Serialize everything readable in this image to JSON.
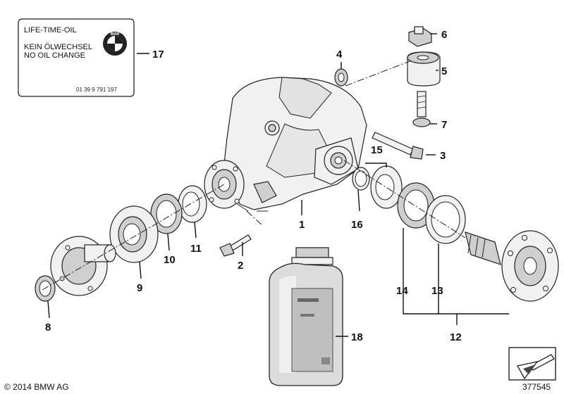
{
  "oil_label": {
    "title": "LIFE-TIME-OIL",
    "line1": "KEIN ÖLWECHSEL",
    "line2": "NO OIL CHANGE",
    "part_no": "01 39 9 791 197",
    "logo_text": "BMW"
  },
  "callouts": {
    "c1": "1",
    "c2": "2",
    "c3": "3",
    "c4": "4",
    "c5": "5",
    "c6": "6",
    "c7": "7",
    "c8": "8",
    "c9": "9",
    "c10": "10",
    "c11": "11",
    "c12": "12",
    "c13": "13",
    "c14": "14",
    "c15": "15",
    "c16": "16",
    "c17": "17",
    "c18": "18"
  },
  "footer": {
    "copyright": "© 2014 BMW AG",
    "diagram_id": "377545"
  },
  "colors": {
    "line": "#222222",
    "fill_light": "#f1f1f1",
    "fill_mid": "#cfcfcf",
    "bottle": "#d9d9d9",
    "cap": "#c4c4c4"
  }
}
